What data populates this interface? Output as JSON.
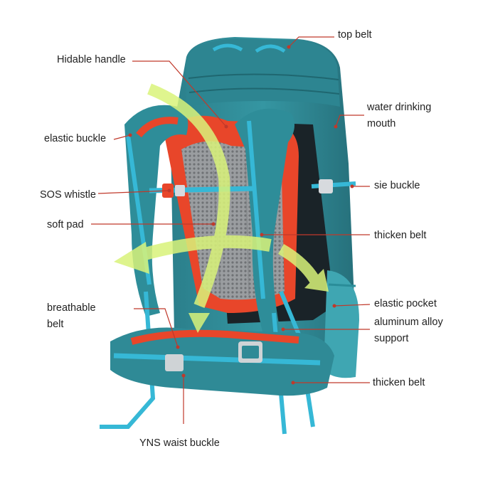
{
  "image": {
    "subject": "backpack-icon",
    "colors": {
      "body_teal": "#2f8a96",
      "body_teal_dark": "#236e78",
      "strap_cyan": "#33b6d3",
      "pad_orange": "#e8462a",
      "mesh_gray": "#8e9194",
      "arrow_green": "#d9f37a",
      "leader_red": "#c0392b"
    }
  },
  "labels": {
    "top_belt": "top belt",
    "hidable_handle": "Hidable handle",
    "water_drinking_mouth": [
      "water drinking",
      "mouth"
    ],
    "elastic_buckle": "elastic buckle",
    "side_buckle": "sie buckle",
    "sos_whistle": "SOS whistle",
    "soft_pad": "soft pad",
    "thicken_belt_upper": "thicken belt",
    "breathable_belt": [
      "breathable",
      "belt"
    ],
    "elastic_pocket": "elastic pocket",
    "aluminum_alloy_support": [
      "aluminum alloy",
      "support"
    ],
    "thicken_belt_lower": "thicken belt",
    "yns_waist_buckle": "YNS waist buckle"
  }
}
